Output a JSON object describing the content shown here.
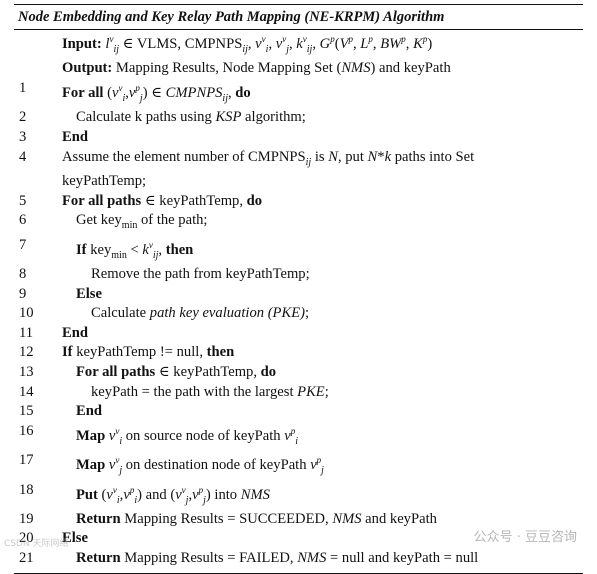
{
  "title": "Node Embedding and Key Relay Path Mapping (NE-KRPM) Algorithm",
  "input": "Input: lᵥᵢⱼ ∈ VLMS, CMPNPSᵢⱼ, vᵥᵢ, vᵥⱼ, kᵥᵢⱼ, Gᵖ(Vᵖ, Lᵖ, BWᵖ, Kᵖ)",
  "output": "Output: Mapping Results, Node Mapping Set (NMS) and keyPath",
  "lines": [
    {
      "num": "1",
      "indent": 0,
      "text": "For all (vᵥᵢ, vᵖⱼ) ∈ CMPNPSᵢⱼ, do"
    },
    {
      "num": "2",
      "indent": 1,
      "text": "Calculate k paths using KSP algorithm;"
    },
    {
      "num": "3",
      "indent": 0,
      "text": "End"
    },
    {
      "num": "4",
      "indent": 0,
      "text": "Assume the element number of CMPNPSᵢⱼ is N, put N*k paths into Set keyPathTemp;"
    },
    {
      "num": "5",
      "indent": 0,
      "text": "For all paths ∈ keyPathTemp, do"
    },
    {
      "num": "6",
      "indent": 1,
      "text": "Get keyₘᵢₙ of the path;"
    },
    {
      "num": "7",
      "indent": 1,
      "text": "If keyₘᵢₙ < kᵥᵢⱼ, then"
    },
    {
      "num": "8",
      "indent": 2,
      "text": "Remove the path from keyPathTemp;"
    },
    {
      "num": "9",
      "indent": 1,
      "text": "Else"
    },
    {
      "num": "10",
      "indent": 2,
      "text": "Calculate path key evaluation (PKE);"
    },
    {
      "num": "11",
      "indent": 0,
      "text": "End"
    },
    {
      "num": "12",
      "indent": 0,
      "text": "If keyPathTemp != null, then"
    },
    {
      "num": "13",
      "indent": 1,
      "text": "For all paths ∈ keyPathTemp, do"
    },
    {
      "num": "14",
      "indent": 2,
      "text": "keyPath = the path with the largest PKE;"
    },
    {
      "num": "15",
      "indent": 1,
      "text": "End"
    },
    {
      "num": "16",
      "indent": 1,
      "text": "Map vᵥᵢ on source node of keyPath vᵖᵢ"
    },
    {
      "num": "17",
      "indent": 1,
      "text": "Map vᵥⱼ on destination node of keyPath vᵖⱼ"
    },
    {
      "num": "18",
      "indent": 1,
      "text": "Put (vᵥᵢ, vᵖᵢ) and (vᵥⱼ, vᵖⱼ) into NMS"
    },
    {
      "num": "19",
      "indent": 1,
      "text": "Return Mapping Results = SUCCEEDED, NMS and keyPath"
    },
    {
      "num": "20",
      "indent": 0,
      "text": "Else"
    },
    {
      "num": "21",
      "indent": 1,
      "text": "Return Mapping Results = FAILED, NMS = null and keyPath = null"
    }
  ],
  "watermark": "公众号 · 豆豆咨询",
  "watermark_left": "CSDN 天际网络"
}
